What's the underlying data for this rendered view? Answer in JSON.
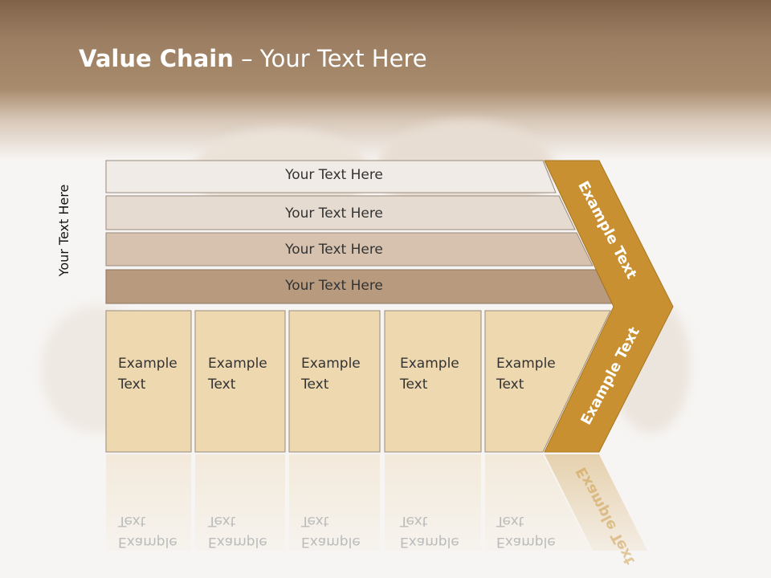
{
  "slide": {
    "title_bold": "Value Chain",
    "title_rest": " – Your Text Here",
    "vertical_label": "Your Text Here"
  },
  "bars": [
    {
      "label": "Your Text Here",
      "color": "#f0ebe6"
    },
    {
      "label": "Your Text Here",
      "color": "#e6dbd0"
    },
    {
      "label": "Your Text Here",
      "color": "#d6c2ae"
    },
    {
      "label": "Your Text Here",
      "color": "#b89b7e"
    }
  ],
  "boxes": [
    {
      "line1": "Example",
      "line2": "Text"
    },
    {
      "line1": "Example",
      "line2": "Text"
    },
    {
      "line1": "Example",
      "line2": "Text"
    },
    {
      "line1": "Example",
      "line2": "Text"
    },
    {
      "line1": "Example",
      "line2": "Text"
    }
  ],
  "chevron": {
    "upper_label": "Example Text",
    "lower_label": "Example Text",
    "color": "#c89030",
    "box_color": "#eed8b0"
  }
}
